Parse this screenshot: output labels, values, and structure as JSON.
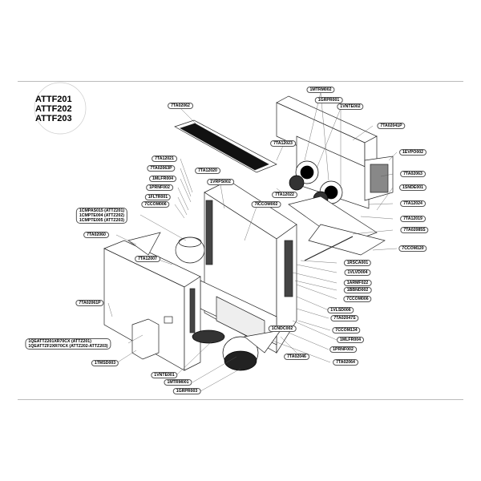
{
  "title": {
    "models": [
      "ATTF201",
      "ATTF202",
      "ATTF203"
    ]
  },
  "labels": {
    "l1": "7TA02062",
    "l2": "1MTRM002",
    "l3": "1GRPR001",
    "l4": "1VNTE002",
    "l5": "7TA02041P",
    "l6": "7TA12023",
    "l7": "1EVPO002",
    "l8": "7TA12021",
    "l9": "7TA02063P",
    "l10": "7TA12020",
    "l11": "7TA02063",
    "l12": "1MLFR004",
    "l13": "1VRPS002",
    "l14": "1PRNF002",
    "l15": "1SNDE001",
    "l16": "7TA12022",
    "l17": "1FLTR001",
    "l18": "7CCOM006",
    "l19": "7ICCOM002",
    "l20": "7TA12024",
    "l21a": "1CMPAS015 (ATTZ201)",
    "l21b": "1CMPTE004 (ATTZ202)",
    "l21c": "1CMPTE005 (ATTZ203)",
    "l22": "7TA12019",
    "l23": "7TA02060",
    "l24": "7TA02085S",
    "l25": "7CCOM120",
    "l26": "7TA12007",
    "l27": "1RSCA001",
    "l28": "1VLVD004",
    "l29": "1ARMF022",
    "l30": "1BBND002",
    "l31": "7CCOM006",
    "l32": "7TA02061P",
    "l33": "1VLSD006",
    "l34": "7TA02047S",
    "l35": "7CCOM134",
    "l36": "1CNDC002",
    "l37": "1MLFR004",
    "l38a": "1QEATTZ201XR70CX (ATTZ201)",
    "l38b": "1QEATTZF2XR70CX (ATTZ202-ATTZ203)",
    "l39": "1PRNF002",
    "l40": "7TA02046",
    "l41": "7TA02064",
    "l42": "1TMSD003",
    "l43": "1VNTE001",
    "l44": "1MTRM001",
    "l45": "1GRPR003"
  }
}
